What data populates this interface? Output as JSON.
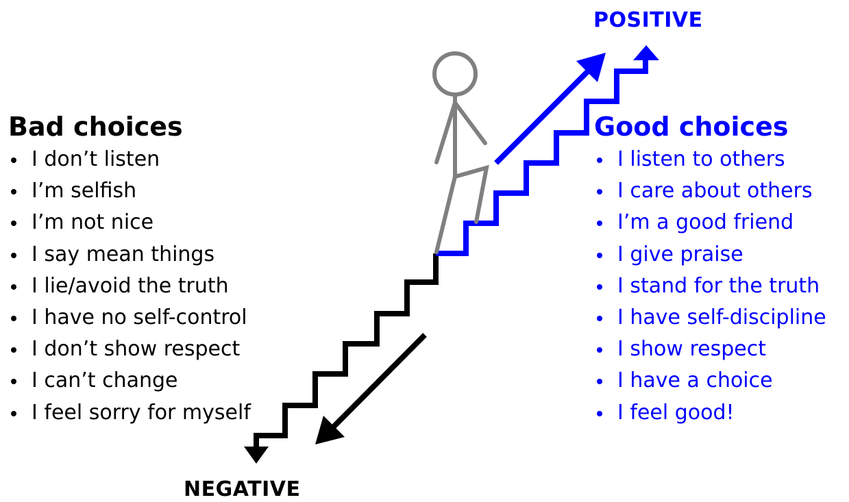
{
  "colors": {
    "negative": "#000000",
    "positive": "#0000ff",
    "figure": "#808080"
  },
  "labels": {
    "positive": "POSITIVE",
    "negative": "NEGATIVE"
  },
  "bad": {
    "heading": "Bad choices",
    "items": [
      "I don’t listen",
      "I’m selfish",
      "I’m not nice",
      "I say mean things",
      "I lie/avoid the truth",
      "I have no self-control",
      "I don’t show respect",
      "I can’t change",
      "I feel sorry for myself"
    ]
  },
  "good": {
    "heading": "Good choices",
    "items": [
      "I listen to others",
      "I care about others",
      "I’m a good friend",
      "I give praise",
      "I stand for the truth",
      "I have self-discipline",
      "I show respect",
      "I have a choice",
      "I feel good!"
    ]
  }
}
